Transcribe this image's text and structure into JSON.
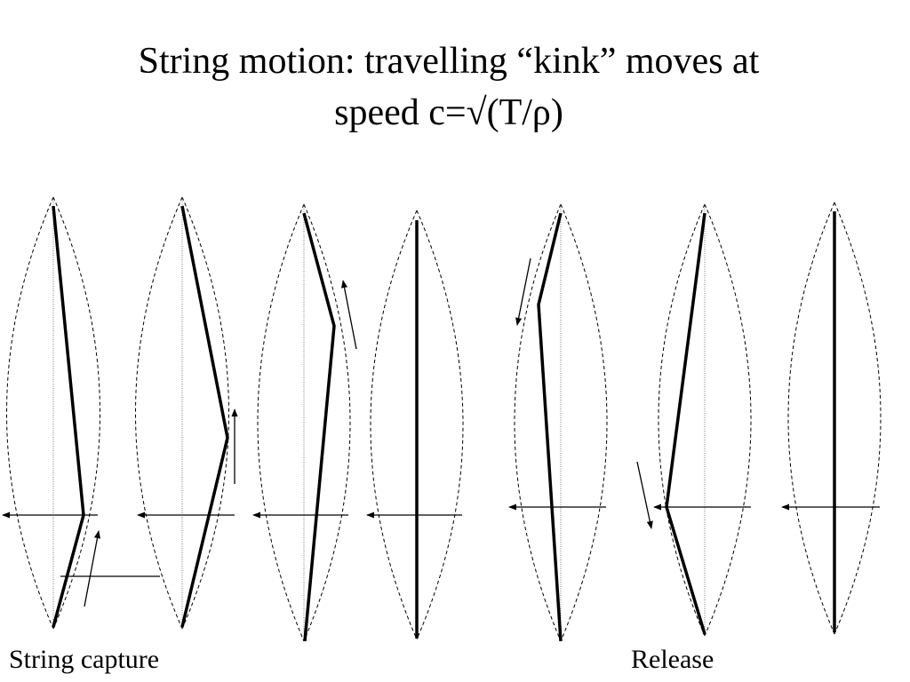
{
  "title": {
    "line1": "String motion: travelling “kink” moves at",
    "line2": "speed c=√(T/ρ)"
  },
  "captions": {
    "left": "String capture",
    "right": "Release"
  }
}
